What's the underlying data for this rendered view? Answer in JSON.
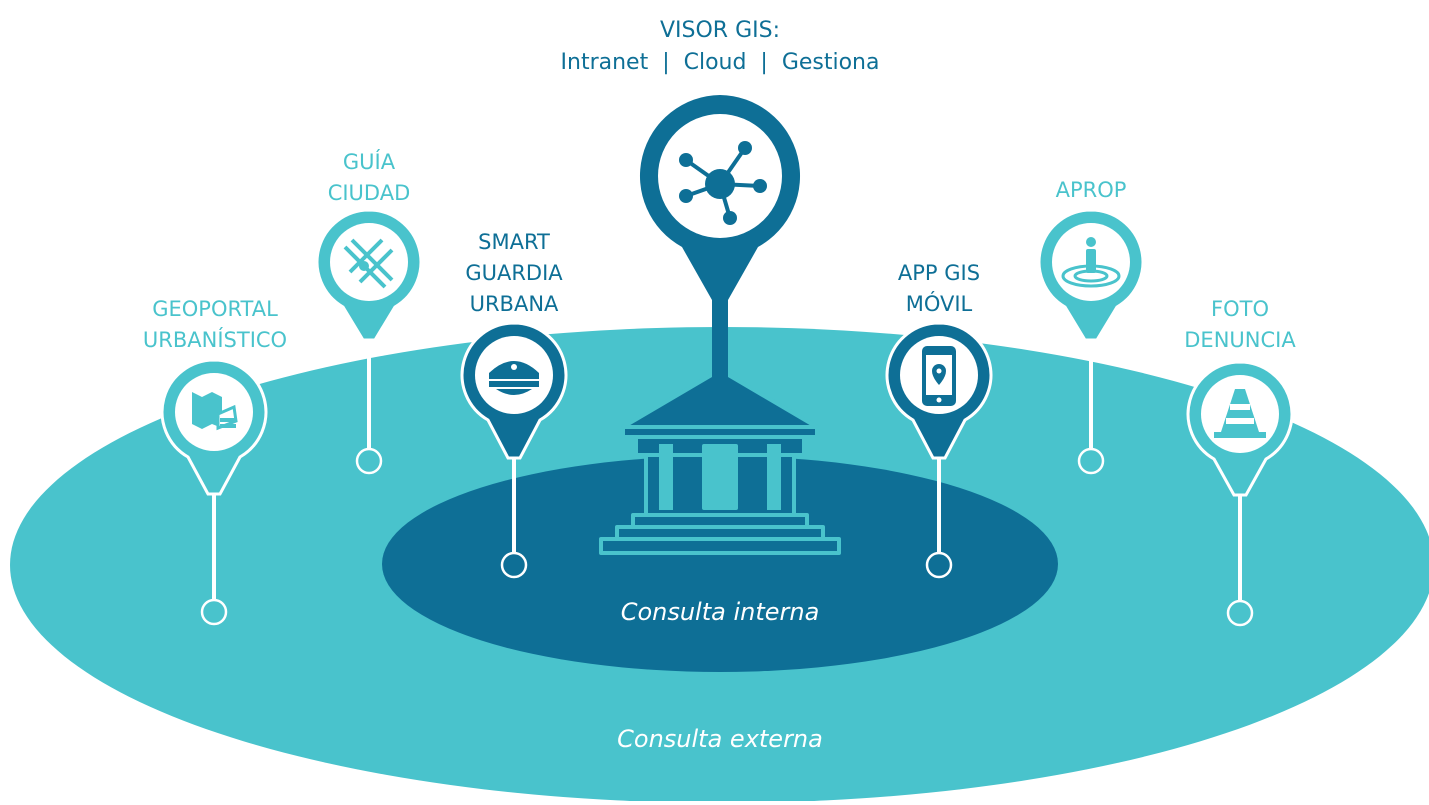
{
  "header": {
    "title": "VISOR GIS:",
    "subtitle": "Intranet  |  Cloud  |  Gestiona"
  },
  "zones": {
    "internal": "Consulta interna",
    "external": "Consulta externa"
  },
  "pins": [
    {
      "id": "geoportal",
      "label_lines": [
        "GEOPORTAL",
        "URBANÍSTICO"
      ],
      "icon": "map-layers-icon",
      "zone": "external"
    },
    {
      "id": "guia",
      "label_lines": [
        "GUÍA",
        "CIUDAD"
      ],
      "icon": "street-map-icon",
      "zone": "external"
    },
    {
      "id": "smart",
      "label_lines": [
        "SMART",
        "GUARDIA",
        "URBANA"
      ],
      "icon": "police-cap-icon",
      "zone": "internal"
    },
    {
      "id": "app",
      "label_lines": [
        "APP GIS",
        "MÓVIL"
      ],
      "icon": "smartphone-location-icon",
      "zone": "internal"
    },
    {
      "id": "aprop",
      "label_lines": [
        "APROP"
      ],
      "icon": "person-location-icon",
      "zone": "external"
    },
    {
      "id": "foto",
      "label_lines": [
        "FOTO",
        "DENUNCIA"
      ],
      "icon": "traffic-cone-icon",
      "zone": "external"
    }
  ],
  "central": {
    "icon": "network-hub-icon",
    "building_icon": "city-hall-icon"
  },
  "colors": {
    "dark": "#0e6f96",
    "light": "#49c3cc",
    "white": "#ffffff"
  }
}
